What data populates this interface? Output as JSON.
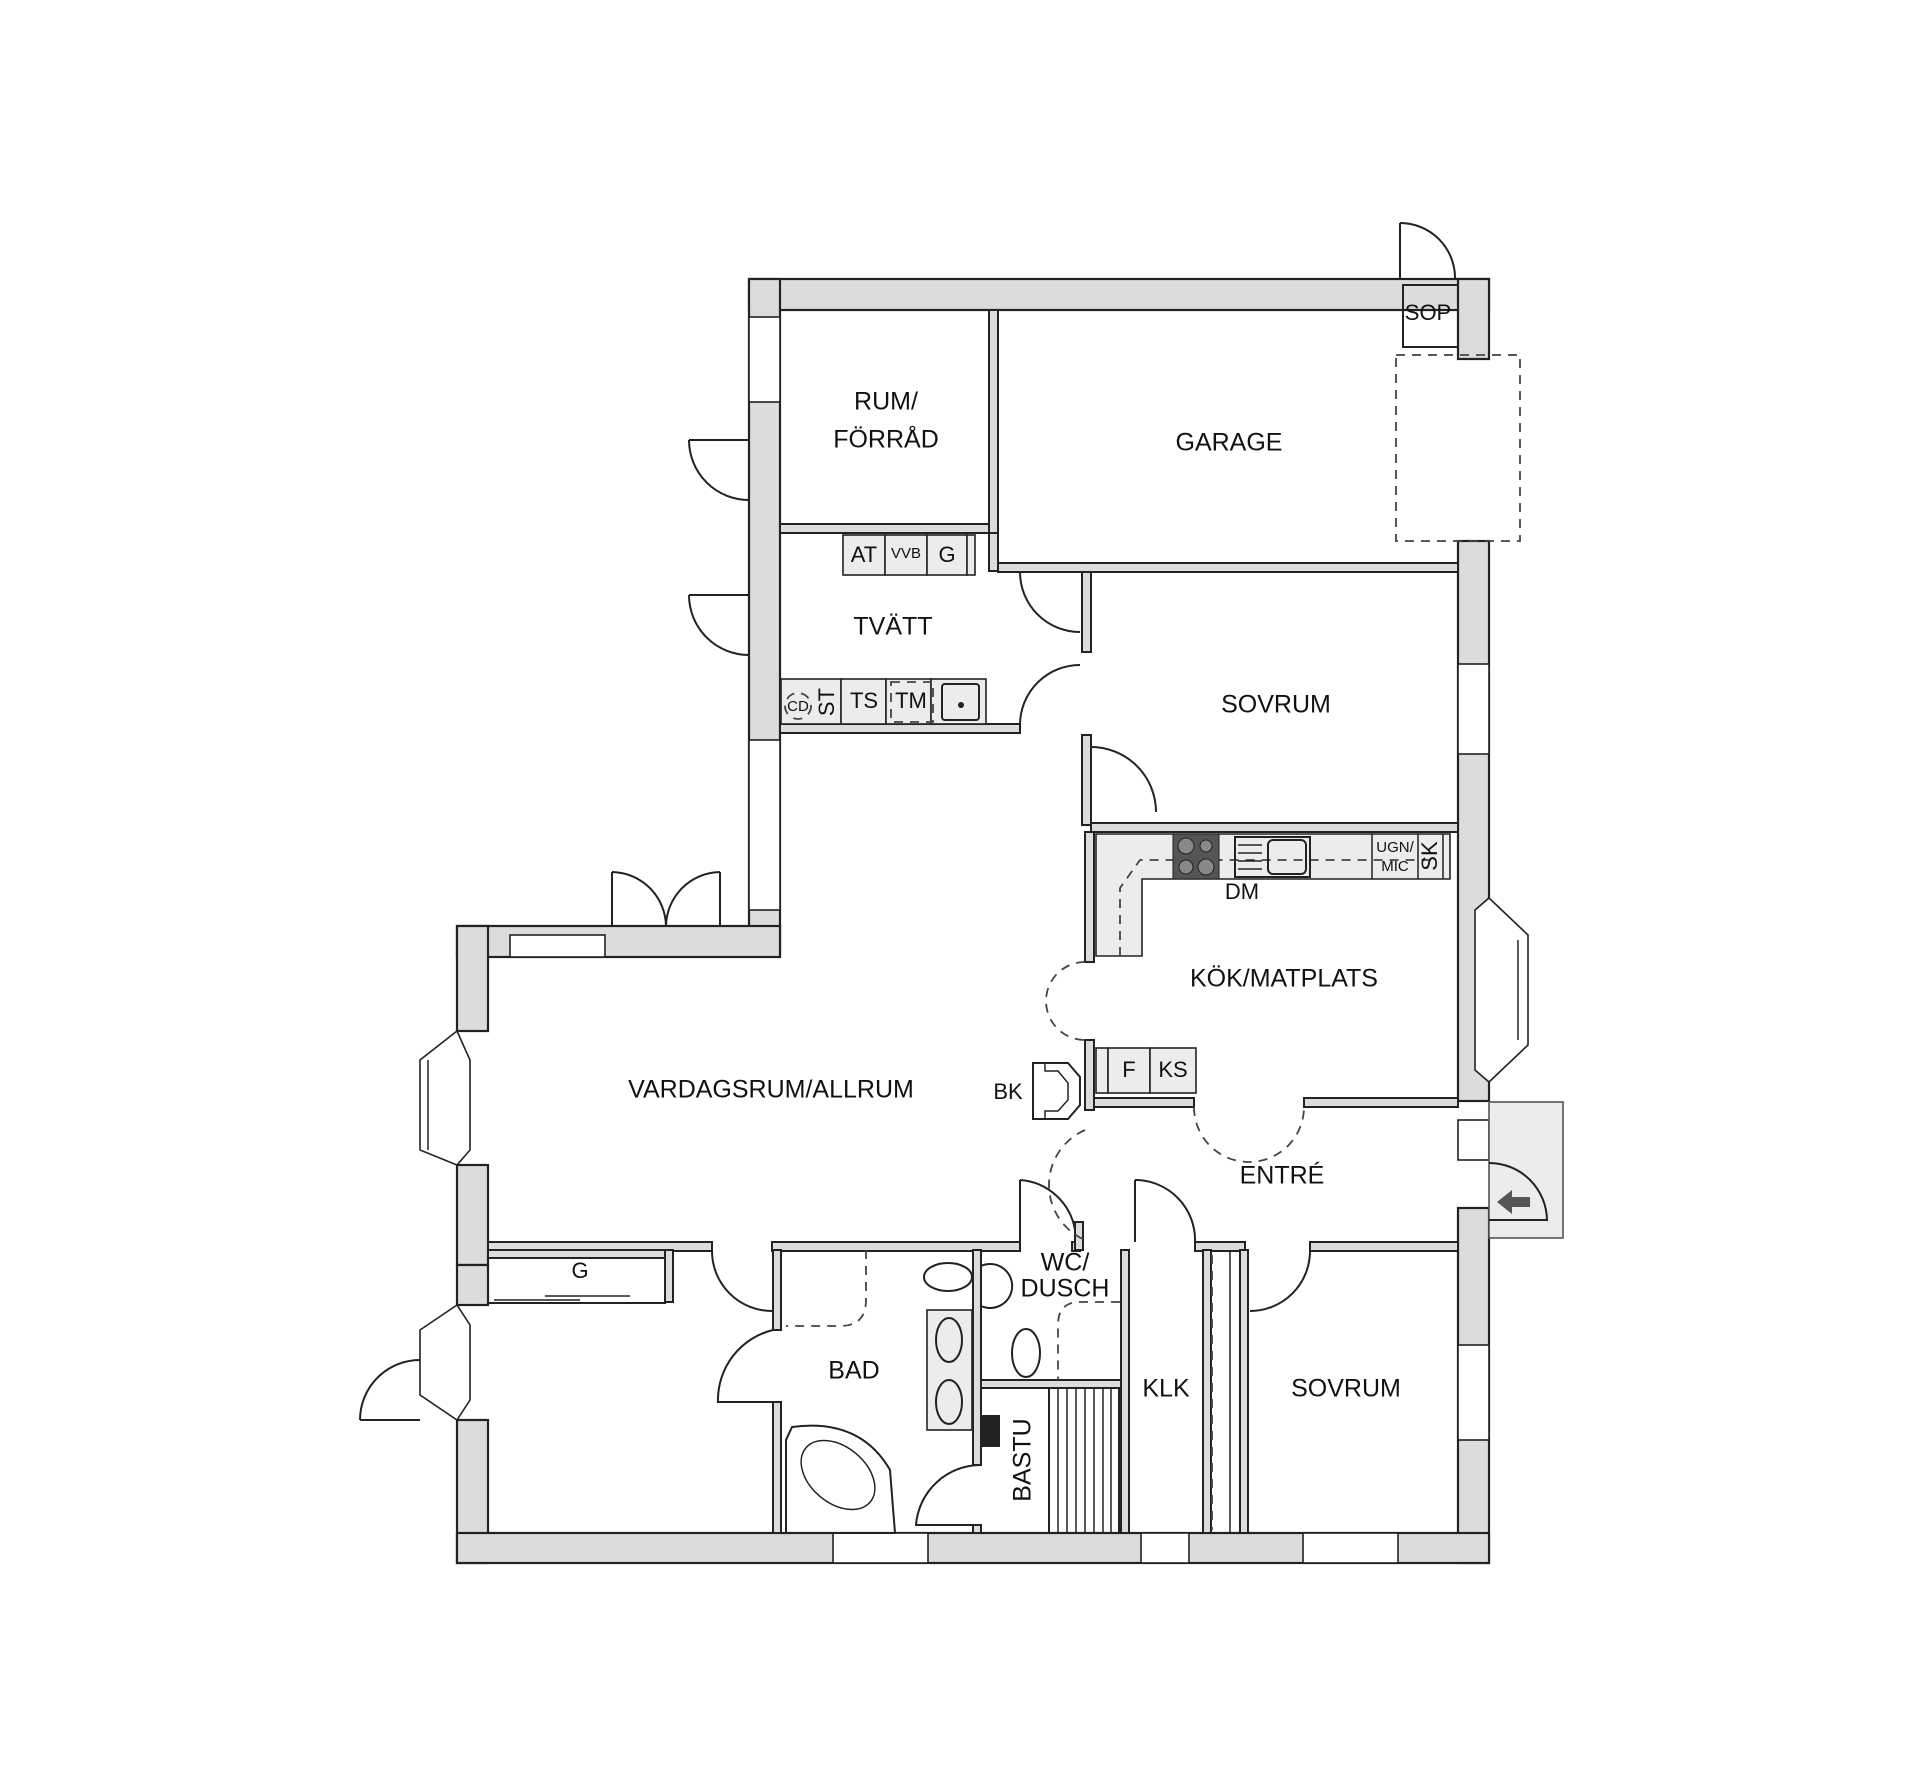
{
  "floorplan": {
    "rooms": [
      {
        "id": "rum-forrad",
        "label_line1": "RUM/",
        "label_line2": "FÖRRÅD"
      },
      {
        "id": "garage",
        "label": "GARAGE"
      },
      {
        "id": "sop",
        "label": "SOP"
      },
      {
        "id": "tvatt",
        "label": "TVÄTT"
      },
      {
        "id": "sovrum-upper",
        "label": "SOVRUM"
      },
      {
        "id": "kok",
        "label": "KÖK/MATPLATS"
      },
      {
        "id": "vardagsrum",
        "label": "VARDAGSRUM/ALLRUM"
      },
      {
        "id": "entre",
        "label": "ENTRÉ"
      },
      {
        "id": "wc",
        "label_line1": "WC/",
        "label_line2": "DUSCH"
      },
      {
        "id": "bad",
        "label": "BAD"
      },
      {
        "id": "bastu",
        "label": "BASTU"
      },
      {
        "id": "klk",
        "label": "KLK"
      },
      {
        "id": "sovrum-lower",
        "label": "SOVRUM"
      }
    ],
    "fixtures": {
      "at": "AT",
      "vvb": "VVB",
      "g_tvatt": "G",
      "cd": "CD",
      "st": "ST",
      "ts": "TS",
      "tm": "TM",
      "dm": "DM",
      "ugn_line1": "UGN/",
      "ugn_line2": "MIC",
      "sk": "SK",
      "f": "F",
      "ks": "KS",
      "bk": "BK",
      "g_wardrobe": "G"
    },
    "colors": {
      "wall_fill": "#dcdcdc",
      "line": "#222222",
      "fixture_fill": "#ececec",
      "background": "#ffffff"
    }
  }
}
